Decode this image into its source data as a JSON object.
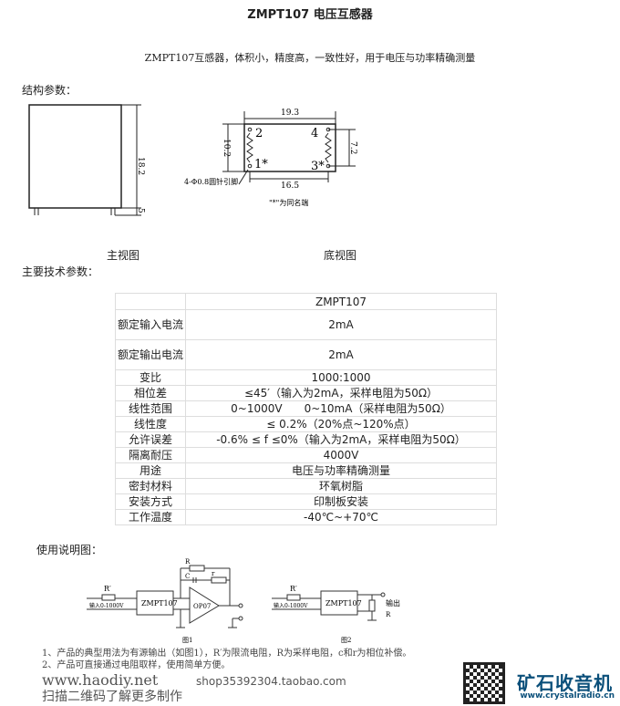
{
  "title": "ZMPT107 电压互感器",
  "intro": "ZMPT107互感器，体积小，精度高，一致性好，用于电压与功率精确测量",
  "structure_heading": "结构参数：",
  "drawing": {
    "front_height": "18.2",
    "pin_length": "5",
    "width": "19.3",
    "depth": "10.2",
    "pin_span": "16.5",
    "pin_pitch": "7.2",
    "pin_note": "4-Φ0.8圆针引脚",
    "same_name_note": "\"*\"为同名端",
    "pin1": "1*",
    "pin2": "2",
    "pin3": "3*",
    "pin4": "4",
    "front_caption": "主视图",
    "bottom_caption": "底视图"
  },
  "specs_heading": "主要技术参数：",
  "table": {
    "header": "ZMPT107",
    "rows": [
      {
        "k": "额定输入电流",
        "v": "2mA"
      },
      {
        "k": "额定输出电流",
        "v": "2mA"
      },
      {
        "k": "变比",
        "v": "1000:1000"
      },
      {
        "k": "相位差",
        "v": "≤45′（输入为2mA，采样电阻为50Ω）"
      },
      {
        "k": "线性范围",
        "v": "0~1000V　　0~10mA（采样电阻为50Ω）"
      },
      {
        "k": "线性度",
        "v": "≤ 0.2%（20%点~120%点）"
      },
      {
        "k": "允许误差",
        "v": "-0.6% ≤ f ≤0%（输入为2mA，采样电阻为50Ω）"
      },
      {
        "k": "隔离耐压",
        "v": "4000V"
      },
      {
        "k": "用途",
        "v": "电压与功率精确测量"
      },
      {
        "k": "密封材料",
        "v": "环氧树脂"
      },
      {
        "k": "安装方式",
        "v": "印制板安装"
      },
      {
        "k": "工作温度",
        "v": "-40℃~+70℃"
      }
    ]
  },
  "usage_heading": "使用说明图：",
  "circuit": {
    "r_in": "R′",
    "input": "输入0-1000V",
    "device": "ZMPT107",
    "opamp": "OP07",
    "r": "R",
    "c": "C",
    "rv": "r",
    "output": "输出",
    "fig1": "图1",
    "fig2": "图2"
  },
  "notes": [
    "1、产品的典型用法为有源输出（如图1），R′为限流电阻，R为采样电阻，c和r为相位补偿。",
    "2、产品可直接通过电阻取样，使用简单方便。"
  ],
  "watermark": {
    "site": "www.haodiy.net",
    "shop": "shop35392304.taobao.com",
    "scan": "扫描二维码了解更多制作"
  },
  "brand": {
    "name": "矿石收音机",
    "url": "www.crystalradio.cn"
  }
}
